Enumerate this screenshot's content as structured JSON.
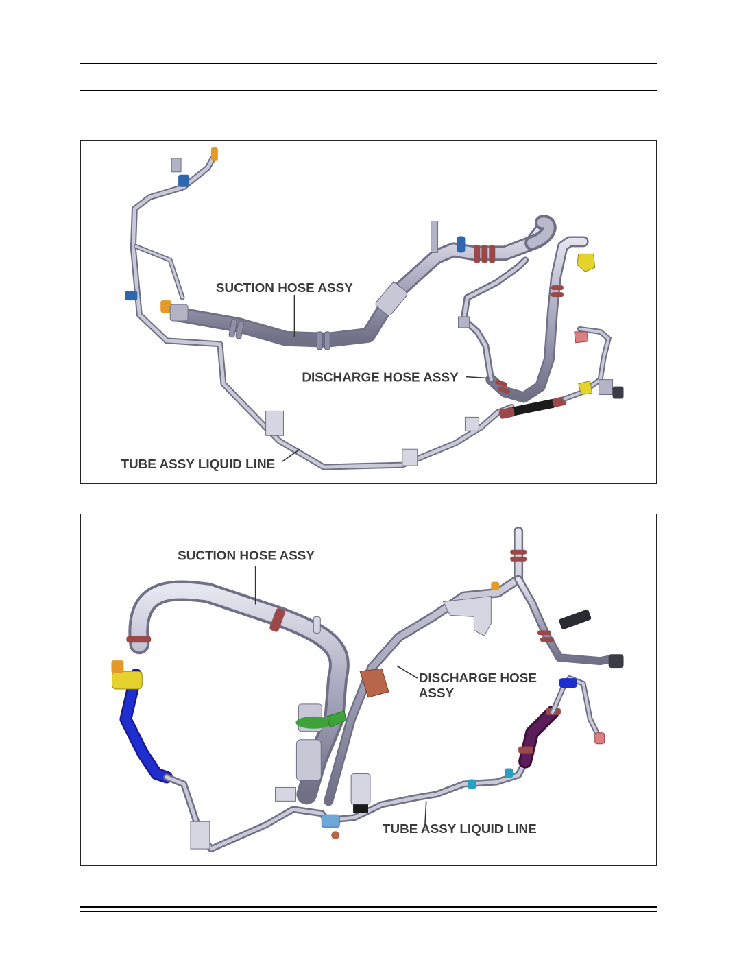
{
  "top_figure": {
    "labels": {
      "suction": "SUCTION HOSE ASSY",
      "discharge": "DISCHARGE HOSE ASSY",
      "liquid": "TUBE ASSY LIQUID LINE"
    }
  },
  "bottom_figure": {
    "labels": {
      "suction": "SUCTION HOSE ASSY",
      "discharge_line1": "DISCHARGE HOSE",
      "discharge_line2": "ASSY",
      "liquid": "TUBE ASSY LIQUID LINE"
    }
  },
  "colors": {
    "tube": "#a7a7bd",
    "tube_dark": "#7b7b92",
    "hose_black": "#1b1b1b",
    "ring_red": "#9a4848",
    "fitting_blue": "#2f66b0",
    "fitting_orange": "#e49a2a",
    "fitting_yellow": "#e5d22d",
    "clamp_green": "#3ea23b",
    "hose_blue": "#1f2fcf",
    "hose_purple": "#5b1e5a",
    "bracket_copper": "#b8664a"
  }
}
